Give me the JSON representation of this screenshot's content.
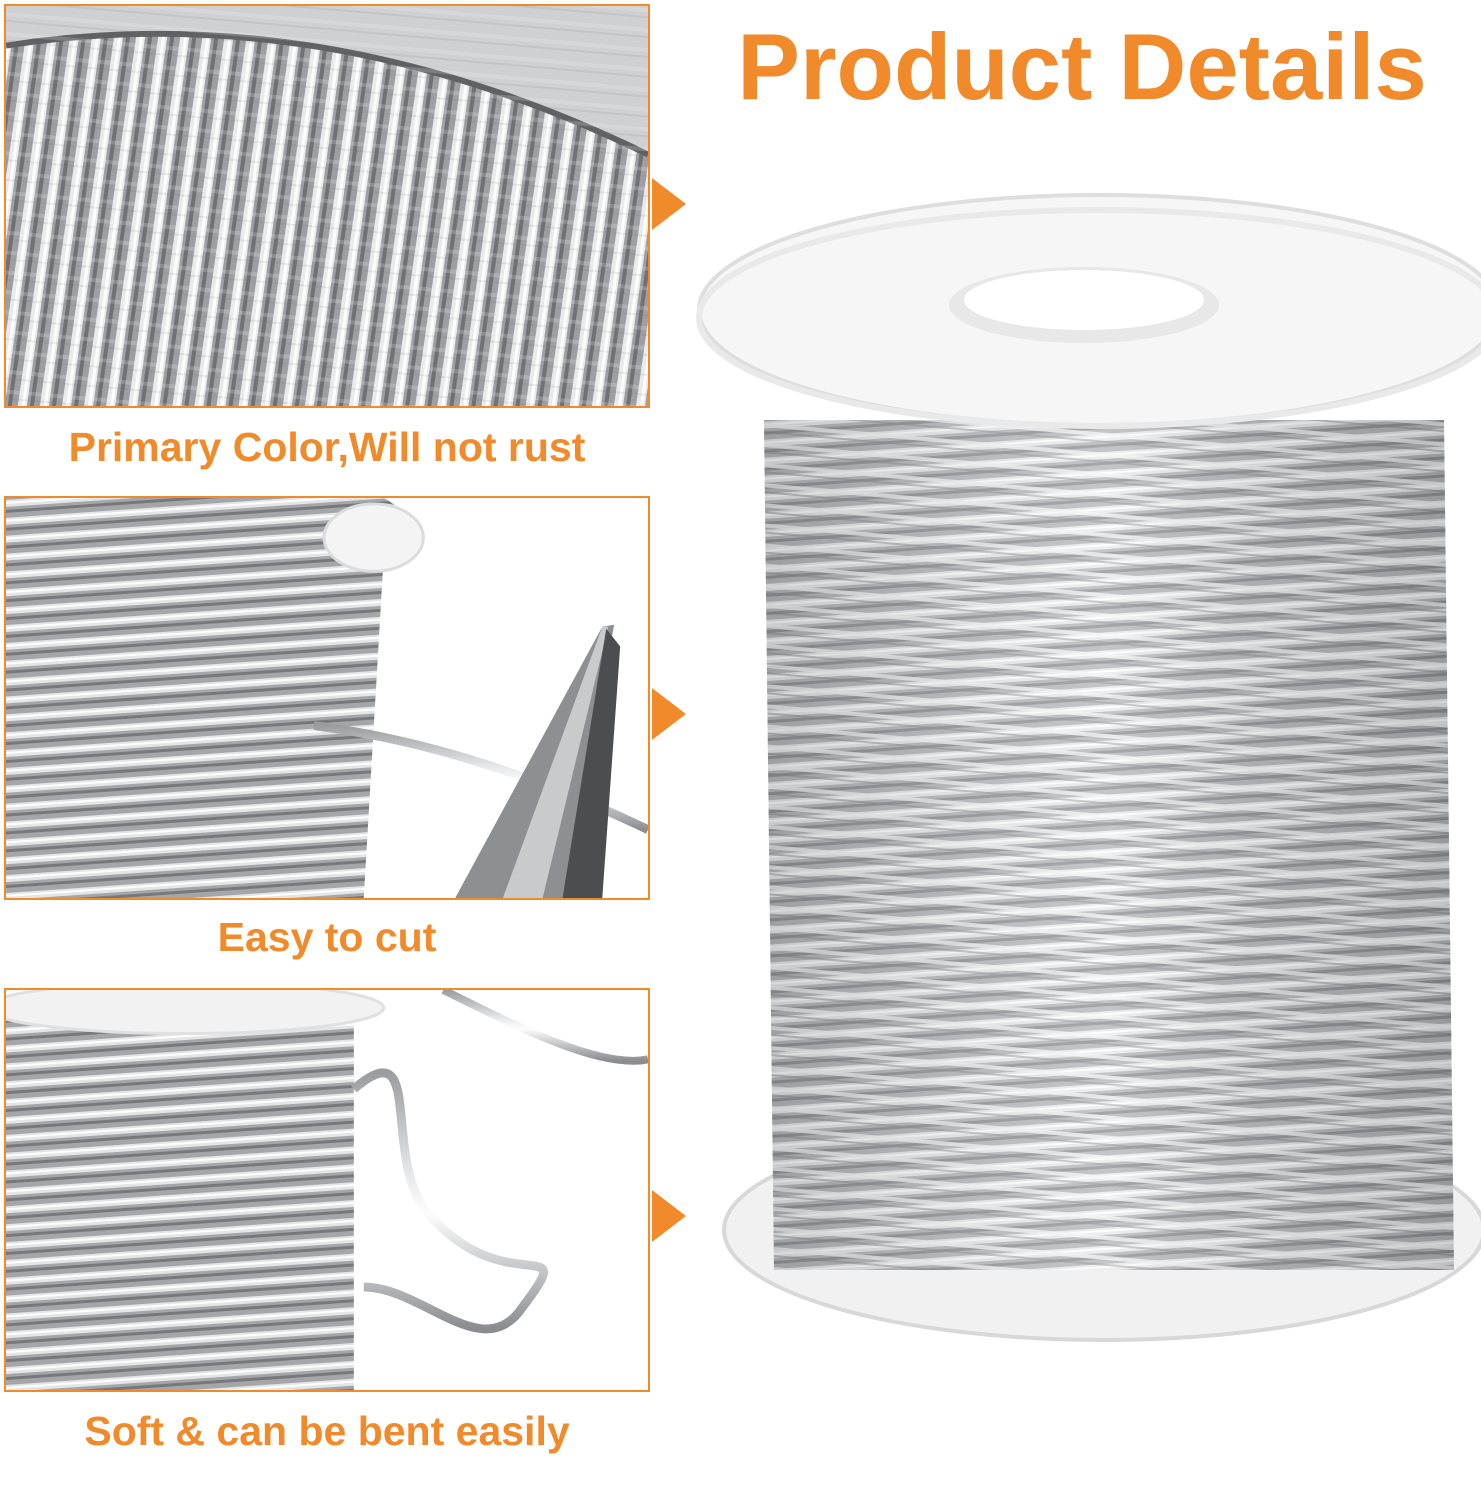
{
  "page": {
    "title": "Product Details",
    "accent_color": "#f08a2b"
  },
  "features": [
    {
      "caption": "Primary Color,Will not rust",
      "image": "wire-coil-closeup"
    },
    {
      "caption": "Easy to cut",
      "image": "wire-spool-with-pliers"
    },
    {
      "caption": "Soft & can be bent easily",
      "image": "wire-spool-bent-wire"
    }
  ],
  "main_image": "aluminum-wire-spool",
  "icons": [
    "arrow-right-icon",
    "arrow-right-icon",
    "arrow-right-icon"
  ]
}
